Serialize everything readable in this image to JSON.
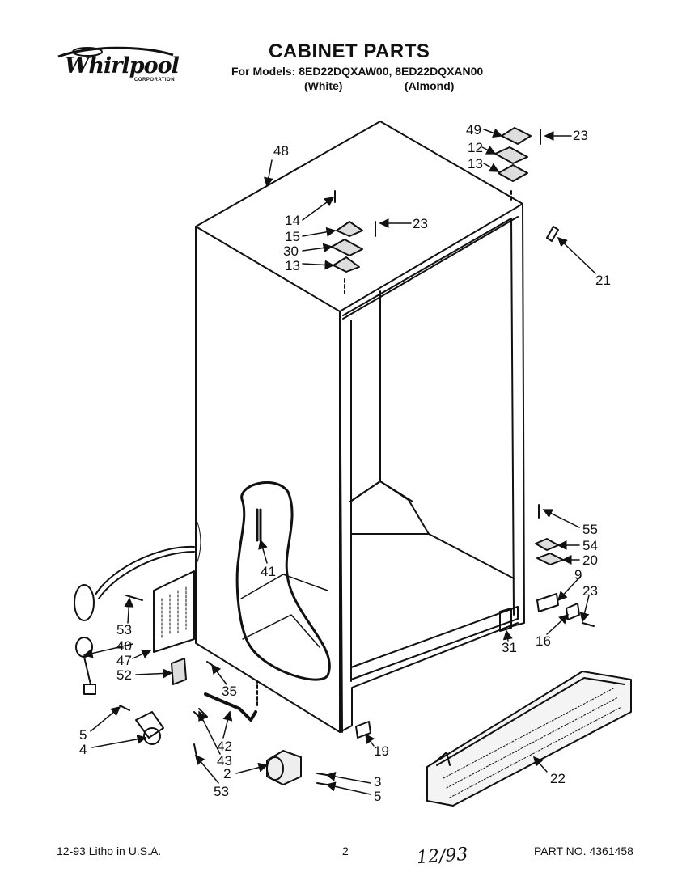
{
  "header": {
    "brand": "Whirlpool",
    "brand_corp": "CORPORATION",
    "title": "CABINET PARTS",
    "models_line": "For Models: 8ED22DQXAW00, 8ED22DQXAN00",
    "color_white": "(White)",
    "color_almond": "(Almond)"
  },
  "callouts": {
    "c48": "48",
    "c49": "49",
    "c12": "12",
    "c13a": "13",
    "c23a": "23",
    "c14": "14",
    "c15": "15",
    "c30": "30",
    "c13b": "13",
    "c23b": "23",
    "c21": "21",
    "c41": "41",
    "c55": "55",
    "c54": "54",
    "c20": "20",
    "c9": "9",
    "c23c": "23",
    "c16": "16",
    "c31": "31",
    "c53a": "53",
    "c40": "40",
    "c47": "47",
    "c52": "52",
    "c35": "35",
    "c5a": "5",
    "c4": "4",
    "c42": "42",
    "c43": "43",
    "c19": "19",
    "c22": "22",
    "c2": "2",
    "c3": "3",
    "c5b": "5",
    "c53b": "53"
  },
  "footer": {
    "litho": "12-93 Litho in U.S.A.",
    "page": "2",
    "handwritten": "12/93",
    "part_no": "PART NO. 4361458"
  }
}
